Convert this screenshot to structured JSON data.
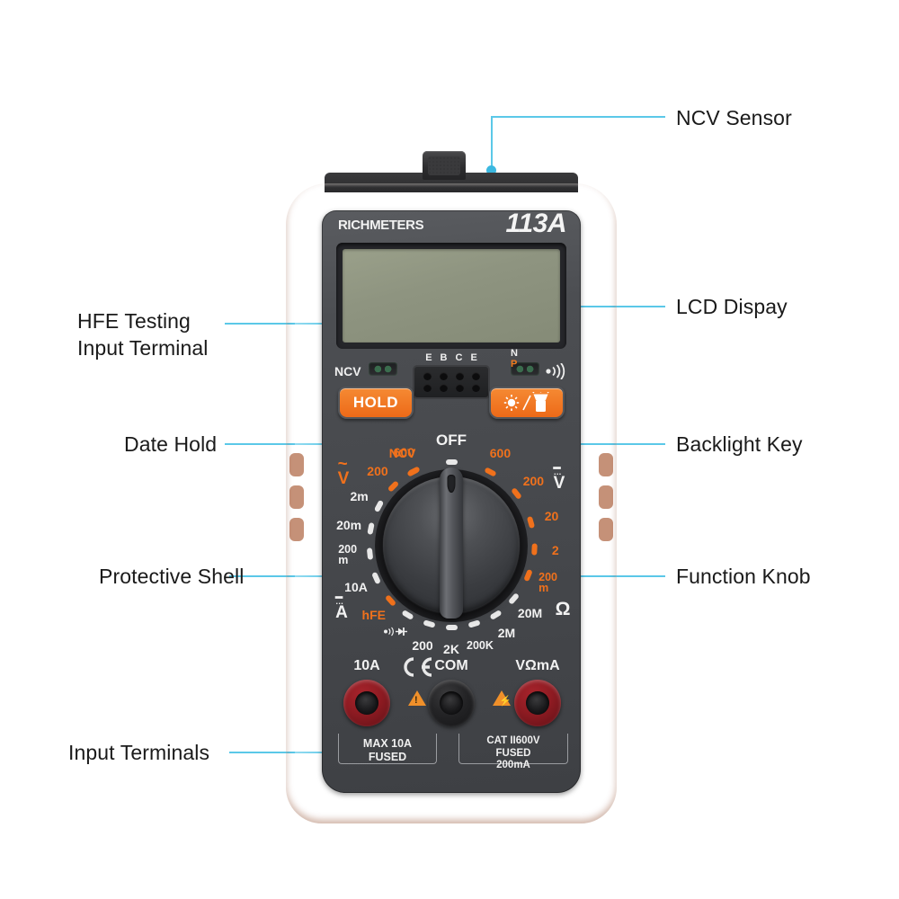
{
  "page": {
    "background": "#ffffff",
    "accent_line_color": "#5bc8e8",
    "dot_color": "#3bb8e0",
    "shell_color": "#ef6a1e",
    "face_color": "#46484c",
    "lcd_color": "#8e9480"
  },
  "device": {
    "brand": "RICHMETERS",
    "model": "113A",
    "ncv_indicator_label": "NCV",
    "buttons": {
      "hold": "HOLD",
      "backlight_icon": "sun-flashlight-icon"
    },
    "hfe_socket": {
      "pin_labels": [
        "E",
        "B",
        "C",
        "E"
      ],
      "polarity_n": "N",
      "polarity_p": "P",
      "pin_count": 8
    },
    "dial": {
      "ac_voltage_symbol": "V",
      "dc_voltage_symbol": "V",
      "dc_current_symbol": "A",
      "ohm_symbol": "Ω",
      "positions": [
        {
          "label": "NCV",
          "color": "orange",
          "angle": -28
        },
        {
          "label": "OFF",
          "color": "white",
          "angle": 0
        },
        {
          "label": "600",
          "color": "orange",
          "angle": 28
        },
        {
          "label": "200",
          "color": "orange",
          "angle": 52
        },
        {
          "label": "20",
          "color": "orange",
          "angle": 74
        },
        {
          "label": "2",
          "color": "orange",
          "angle": 93
        },
        {
          "label": "200m",
          "color": "orange",
          "angle": 112
        },
        {
          "label": "20M",
          "color": "white",
          "angle": 131
        },
        {
          "label": "2M",
          "color": "white",
          "angle": 148
        },
        {
          "label": "200K",
          "color": "white",
          "angle": 164
        },
        {
          "label": "2K",
          "color": "white",
          "angle": 180
        },
        {
          "label": "200",
          "color": "white",
          "angle": 196
        },
        {
          "label": "buzzer-diode",
          "color": "white",
          "angle": 212
        },
        {
          "label": "hFE",
          "color": "orange",
          "angle": 228
        },
        {
          "label": "10A",
          "color": "white",
          "angle": 246
        },
        {
          "label": "200m",
          "color": "white",
          "angle": 264
        },
        {
          "label": "20m",
          "color": "white",
          "angle": 281
        },
        {
          "label": "2m",
          "color": "white",
          "angle": 298
        },
        {
          "label": "200",
          "color": "orange",
          "angle": 315
        },
        {
          "label": "600",
          "color": "orange",
          "angle": 333
        }
      ]
    },
    "terminals": {
      "left_label": "10A",
      "center_label": "COM",
      "right_label": "VΩmA",
      "ce_mark": "CE",
      "left_fuse_text": "MAX 10A\nFUSED",
      "right_fuse_text": "CAT II600V\nFUSED 200mA"
    }
  },
  "callouts": [
    {
      "id": "ncv-sensor",
      "text": "NCV Sensor",
      "side": "right"
    },
    {
      "id": "lcd-display",
      "text": "LCD Dispay",
      "side": "right"
    },
    {
      "id": "backlight",
      "text": "Backlight Key",
      "side": "right"
    },
    {
      "id": "function-knob",
      "text": "Function Knob",
      "side": "right"
    },
    {
      "id": "hfe-terminal",
      "text": "HFE Testing\nInput Terminal",
      "side": "left"
    },
    {
      "id": "date-hold",
      "text": "Date Hold",
      "side": "left"
    },
    {
      "id": "protective",
      "text": "Protective Shell",
      "side": "left"
    },
    {
      "id": "input-terms",
      "text": "Input Terminals",
      "side": "left"
    }
  ]
}
